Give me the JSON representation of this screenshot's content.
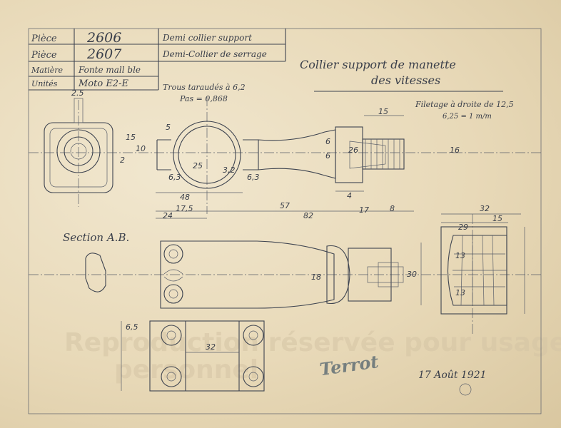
{
  "title_block": {
    "row1": {
      "label": "Pièce",
      "number": "2606",
      "description": "Demi collier support"
    },
    "row2": {
      "label": "Pièce",
      "number": "2607",
      "description": "Demi-Collier de serrage"
    },
    "row3": {
      "label": "Matière",
      "value": "Fonte mall ble"
    },
    "row4": {
      "label": "Unités",
      "value": "Moto E2-E"
    }
  },
  "drawing_title": {
    "line1": "Collier support de manette",
    "line2": "des vitesses"
  },
  "notes": {
    "holes": "Trous taraudés à 6,2",
    "pitch": "Pas = 0,868",
    "thread_line1": "Filetage à droite de 12,5",
    "thread_line2": "6,25 = 1 m/m",
    "section_label": "Section A.B."
  },
  "dimensions": {
    "d25": "2.5",
    "d15a": "15",
    "d10": "10",
    "d2": "2",
    "d5": "5",
    "d48": "48",
    "d6_3a": "6,3",
    "d6_3b": "6,3",
    "d25b": "25",
    "d32r": "3,2",
    "d17_5": "17,5",
    "d24": "24",
    "d57": "57",
    "d82": "82",
    "d17": "17",
    "d8": "8",
    "d4": "4",
    "d15b": "15",
    "d6a": "6",
    "d6b": "6",
    "d26": "26",
    "d16": "16",
    "d32": "32",
    "d15c": "15",
    "d29": "29",
    "d13a": "13",
    "d13b": "13",
    "d18": "18",
    "d30": "30",
    "d6_5": "6,5",
    "d32b": "32"
  },
  "signature": {
    "logo_text": "Terrot",
    "date": "17 Août 1921"
  },
  "watermark": {
    "line1": "Reproduction réservée pour usage",
    "line2": "personnel"
  }
}
